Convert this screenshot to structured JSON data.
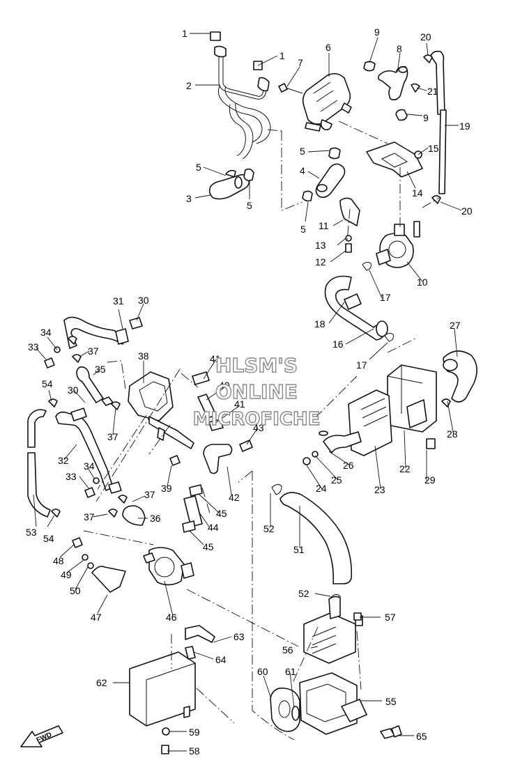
{
  "watermark": {
    "line1": "HLSM'S",
    "line2": "ONLINE",
    "line3": "MICROFICHE"
  },
  "direction_label": "FWD",
  "callouts": {
    "c1a": "1",
    "c1b": "1",
    "c2": "2",
    "c3": "3",
    "c4": "4",
    "c5a": "5",
    "c5b": "5",
    "c5c": "5",
    "c5d": "5",
    "c6": "6",
    "c7": "7",
    "c8": "8",
    "c9a": "9",
    "c9b": "9",
    "c10": "10",
    "c11": "11",
    "c12": "12",
    "c13": "13",
    "c14": "14",
    "c15": "15",
    "c16": "16",
    "c17a": "17",
    "c17b": "17",
    "c18": "18",
    "c19": "19",
    "c20a": "20",
    "c20b": "20",
    "c21": "21",
    "c22": "22",
    "c23": "23",
    "c24": "24",
    "c25": "25",
    "c26": "26",
    "c27": "27",
    "c28": "28",
    "c29": "29",
    "c30a": "30",
    "c30b": "30",
    "c31": "31",
    "c32": "32",
    "c33a": "33",
    "c33b": "33",
    "c34a": "34",
    "c34b": "34",
    "c35": "35",
    "c36": "36",
    "c37a": "37",
    "c37b": "37",
    "c37c": "37",
    "c37d": "37",
    "c38": "38",
    "c39": "39",
    "c40": "40",
    "c41a": "41",
    "c41b": "41",
    "c42": "42",
    "c43": "43",
    "c44": "44",
    "c45a": "45",
    "c45b": "45",
    "c46": "46",
    "c47": "47",
    "c48": "48",
    "c49": "49",
    "c50": "50",
    "c51": "51",
    "c52a": "52",
    "c52b": "52",
    "c53": "53",
    "c54a": "54",
    "c54b": "54",
    "c55": "55",
    "c56": "56",
    "c57": "57",
    "c58": "58",
    "c59": "59",
    "c60": "60",
    "c61": "61",
    "c62": "62",
    "c63": "63",
    "c64": "64",
    "c65": "65"
  }
}
